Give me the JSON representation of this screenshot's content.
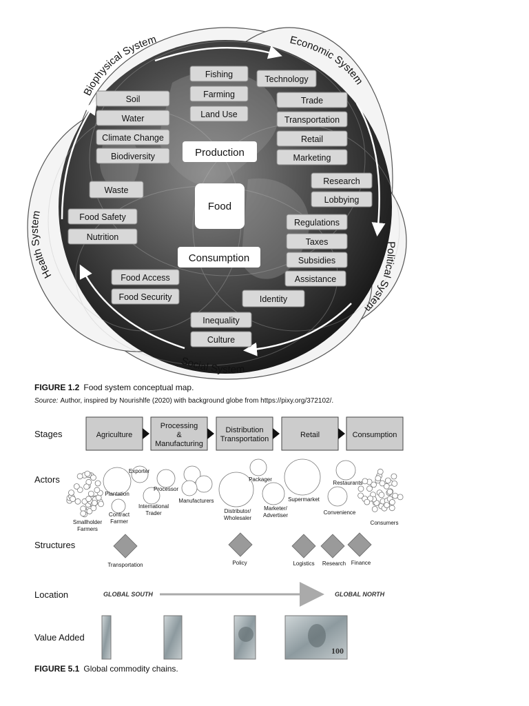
{
  "figure_1_2": {
    "systems": {
      "biophysical": "Biophysical System",
      "economic": "Economic System",
      "political": "Political System",
      "social": "Social System",
      "health": "Health System"
    },
    "center": {
      "production": "Production",
      "food": "Food",
      "consumption": "Consumption"
    },
    "boxes": {
      "fishing": "Fishing",
      "farming": "Farming",
      "land_use": "Land Use",
      "technology": "Technology",
      "soil": "Soil",
      "water": "Water",
      "climate_change": "Climate Change",
      "biodiversity": "Biodiversity",
      "trade": "Trade",
      "transportation": "Transportation",
      "retail": "Retail",
      "marketing": "Marketing",
      "research": "Research",
      "lobbying": "Lobbying",
      "waste": "Waste",
      "food_safety": "Food Safety",
      "nutrition": "Nutrition",
      "regulations": "Regulations",
      "taxes": "Taxes",
      "subsidies": "Subsidies",
      "assistance": "Assistance",
      "food_access": "Food Access",
      "food_security": "Food Security",
      "identity": "Identity",
      "inequality": "Inequality",
      "culture": "Culture"
    },
    "caption_label": "FIGURE 1.2",
    "caption_text": "Food system conceptual map.",
    "source_label": "Source:",
    "source_text": "Author, inspired by Nourishlfe (2020) with background globe from https://pixy.org/372102/."
  },
  "figure_5_1": {
    "row_labels": {
      "stages": "Stages",
      "actors": "Actors",
      "structures": "Structures",
      "location": "Location",
      "value_added": "Value Added"
    },
    "stages": [
      "Agriculture",
      "Processing",
      "&",
      "Manufacturing",
      "Distribution",
      "Transportation",
      "Retail",
      "Consumption"
    ],
    "actors": {
      "smallholder_1": "Smallholder",
      "smallholder_2": "Farmers",
      "plantation": "Plantation",
      "exporter": "Exporter",
      "contract_1": "Contract",
      "contract_2": "Farmer",
      "processor": "Processor",
      "intl_1": "International",
      "intl_2": "Trader",
      "manufacturers": "Manufacturers",
      "distributor_1": "Distributor/",
      "distributor_2": "Wholesaler",
      "packager": "Packager",
      "marketer_1": "Marketer/",
      "marketer_2": "Advertiser",
      "supermarket": "Supermarket",
      "restaurants": "Restaurants",
      "convenience": "Convenience",
      "consumers": "Consumers"
    },
    "structures": [
      "Transportation",
      "Policy",
      "Logistics",
      "Research",
      "Finance"
    ],
    "location": {
      "south": "GLOBAL SOUTH",
      "north": "GLOBAL NORTH"
    },
    "banknote_text": "100",
    "caption_label": "FIGURE 5.1",
    "caption_text": "Global commodity chains."
  }
}
